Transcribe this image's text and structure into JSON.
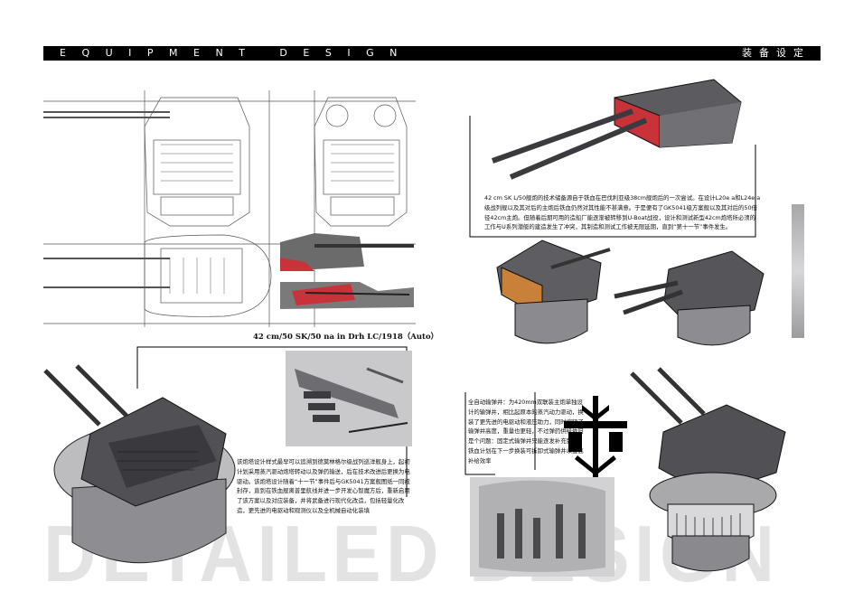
{
  "header": {
    "title_en": "EQUIPMENT DESIGN",
    "title_cn": "装备设定"
  },
  "caption": {
    "turret_model": "42 cm/50 SK/50 na in Drh LC/1918（Auto）"
  },
  "paragraphs": {
    "gun_history": "42 cm SK L/50舰炮的技术储备源自于铁血在巴伐利亚级38cm舰炮后的一次尝试。在设计L20e a和L24e a级战列舰以及其对后的主炮后铁血仍然对其性能不甚满意。于是便有了GK5041级方案舰以及其对后的50倍径42cm主炮。但随着后期可用的造船厂能逐渐被转移到U-Boat战役，设计和测试新型42cm炮塔所必须的工作与U系列潜艇的建造发生了冲突，其制造和测试工作被无限延期，直到“第十一节”事件发生。",
    "turret_history": "该炮塔设计样式最早可以追溯到德莫林格尔级战列巡洋舰身上，起初计划采用蒸汽驱动炮塔转动以及弹药输送，后在技术改进后更换为电驱动。该炮塔设计随着“十一节”事件后与GK5041方案舰图纸一同被封存，直到在铁血舰离普里航线并进一步开发心智魔方后，重新启用了该方案以及对应装备，并将武备进行现代化改造，包括轻量化改造，更先进的电驱动和观测仪以及全机械自动化装填",
    "autoloader": "全自动输弹井：为420mm双联装主炮单独设计的输弹井，相比起原本的蒸汽动力驱动，换装了更先进的电驱动和液压助力，同时缩短了输弹井高度，重量也更轻，不过弹药供给依旧是个问题：固定式输弹井只能逐发补充弹药，铁血计划在下一步换装可拆卸式输弹井以提高补给效率"
  },
  "watermark": "DETAILED DESIGN",
  "icons": [
    "turret-blueprint",
    "turret-render",
    "gun-barrels-render",
    "ammunition-hoist-render",
    "iron-blood-emblem-icon"
  ],
  "colors": {
    "header_bg": "#000000",
    "accent_red": "#c8333a",
    "steel_gray": "#8a8a8e",
    "watermark": "#e3e3e3"
  }
}
